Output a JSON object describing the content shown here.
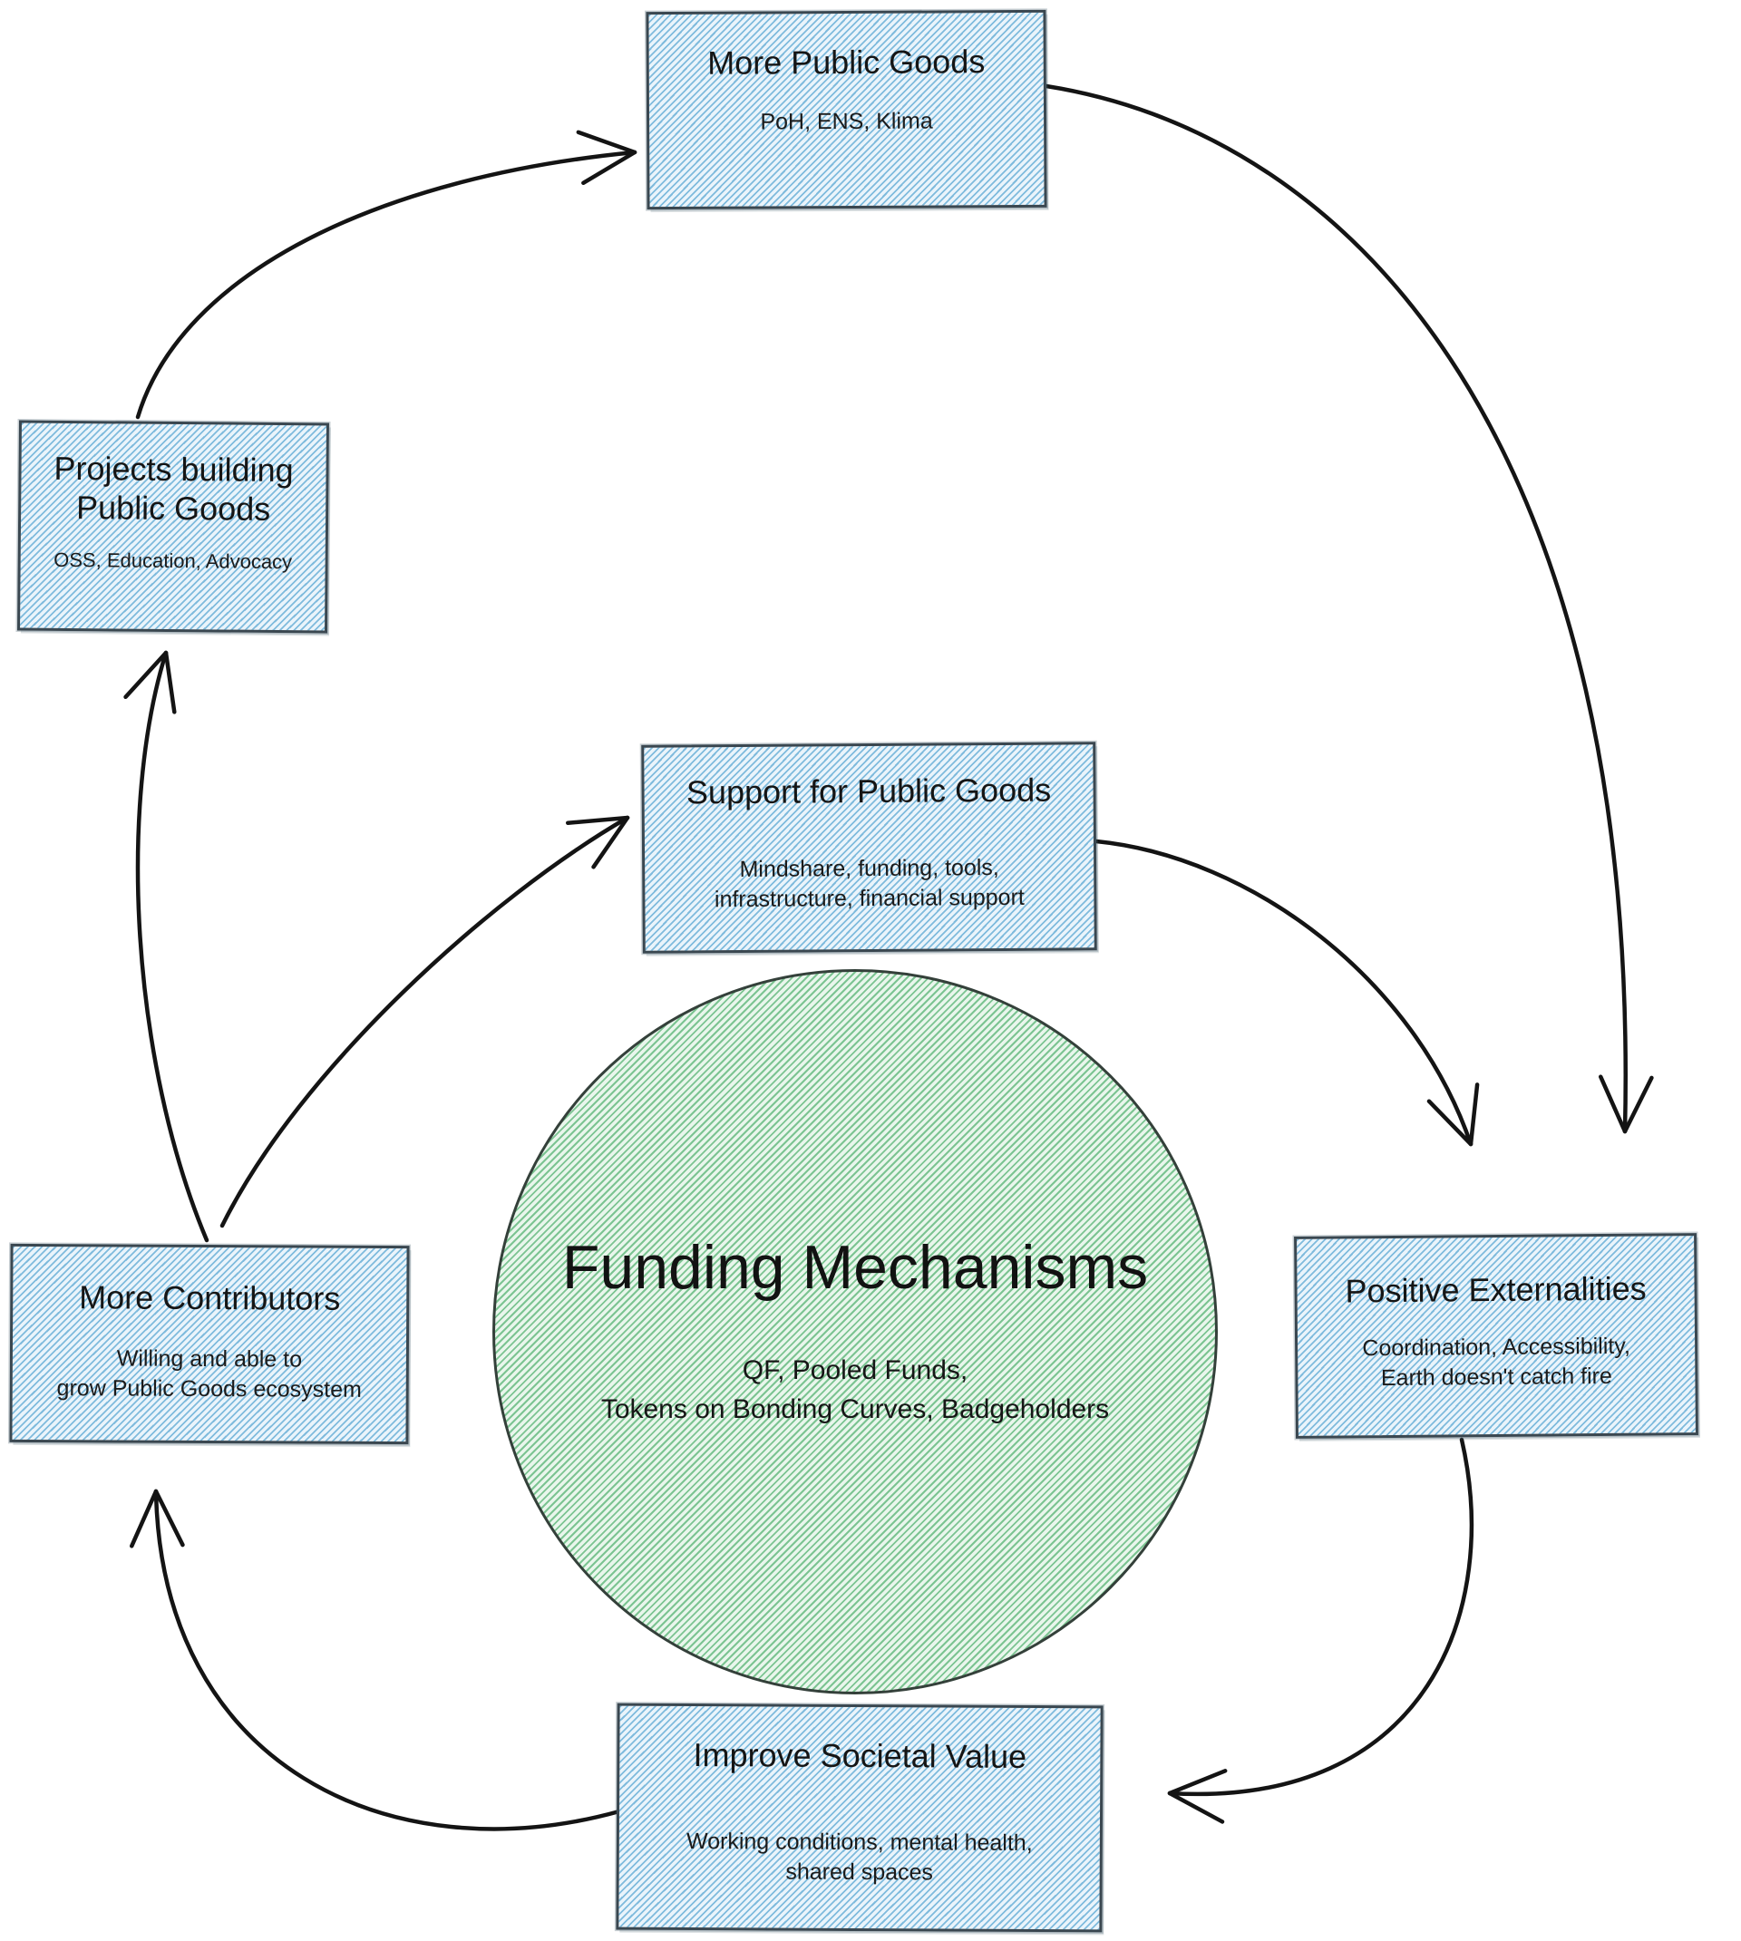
{
  "diagram": {
    "center": {
      "title": "Funding Mechanisms",
      "subtitle": "QF, Pooled Funds,\nTokens on Bonding Curves, Badgeholders"
    },
    "nodes": [
      {
        "id": "more-public-goods",
        "title": "More Public Goods",
        "subtitle": "PoH, ENS, Klima"
      },
      {
        "id": "projects-building-public-goods",
        "title": "Projects building\nPublic Goods",
        "subtitle": "OSS, Education, Advocacy"
      },
      {
        "id": "support-for-public-goods",
        "title": "Support for Public Goods",
        "subtitle": "Mindshare, funding, tools,\ninfrastructure, financial support"
      },
      {
        "id": "more-contributors",
        "title": "More Contributors",
        "subtitle": "Willing and able to\ngrow Public Goods ecosystem"
      },
      {
        "id": "positive-externalities",
        "title": "Positive Externalities",
        "subtitle": "Coordination, Accessibility,\nEarth doesn't catch fire"
      },
      {
        "id": "improve-societal-value",
        "title": "Improve Societal Value",
        "subtitle": "Working conditions, mental health,\nshared spaces"
      }
    ],
    "colors": {
      "box_base": "#eaf4fb",
      "box_hatch": "#7fbbdd",
      "box_border": "#3a4750",
      "circle_base": "#e9f6ec",
      "circle_hatch": "#7cc492",
      "circle_border": "#34403a",
      "arrow": "#141414",
      "text": "#111111"
    }
  }
}
